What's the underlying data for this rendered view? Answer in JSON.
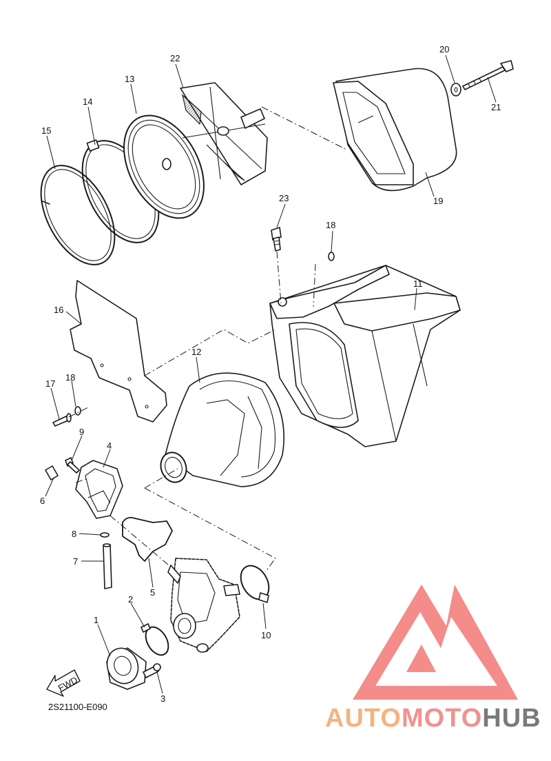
{
  "diagram": {
    "callouts": [
      {
        "id": "1",
        "label": "1"
      },
      {
        "id": "2",
        "label": "2"
      },
      {
        "id": "3",
        "label": "3"
      },
      {
        "id": "4",
        "label": "4"
      },
      {
        "id": "5",
        "label": "5"
      },
      {
        "id": "6",
        "label": "6"
      },
      {
        "id": "7",
        "label": "7"
      },
      {
        "id": "8",
        "label": "8"
      },
      {
        "id": "9",
        "label": "9"
      },
      {
        "id": "10",
        "label": "10"
      },
      {
        "id": "11",
        "label": "11"
      },
      {
        "id": "12",
        "label": "12"
      },
      {
        "id": "13",
        "label": "13"
      },
      {
        "id": "14",
        "label": "14"
      },
      {
        "id": "15",
        "label": "15"
      },
      {
        "id": "16",
        "label": "16"
      },
      {
        "id": "17",
        "label": "17"
      },
      {
        "id": "18a",
        "label": "18"
      },
      {
        "id": "18b",
        "label": "18"
      },
      {
        "id": "19",
        "label": "19"
      },
      {
        "id": "20",
        "label": "20"
      },
      {
        "id": "21",
        "label": "21"
      },
      {
        "id": "22",
        "label": "22"
      },
      {
        "id": "23",
        "label": "23"
      }
    ],
    "direction_label": "FWD",
    "diagram_code": "2S21100-E090"
  },
  "watermark": {
    "part1": "AUTO",
    "part2": "MOTO",
    "part3": "HUB",
    "colors": {
      "auto": "#f6b27e",
      "moto": "#f0928f",
      "hub": "#7a7a7a",
      "logo": "#f48c89"
    }
  }
}
